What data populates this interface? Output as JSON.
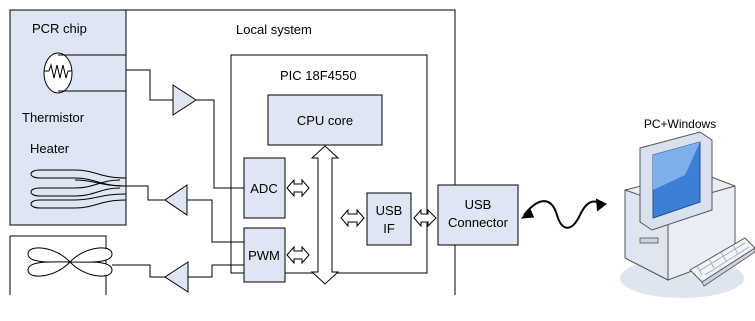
{
  "pcr_chip": {
    "title": "PCR chip",
    "thermistor_label": "Thermistor",
    "heater_label": "Heater"
  },
  "local_system": {
    "title": "Local system"
  },
  "pic": {
    "title": "PIC 18F4550",
    "cpu_core": "CPU core",
    "adc": "ADC",
    "pwm": "PWM",
    "usb_if_line1": "USB",
    "usb_if_line2": "IF"
  },
  "usb_connector": {
    "line1": "USB",
    "line2": "Connector"
  },
  "pc": {
    "label": "PC+Windows"
  },
  "colors": {
    "panel_fill": "#dde6f2",
    "stroke": "#000000",
    "pc_body": "#e9eef6",
    "pc_screen": "#3d7fd6"
  },
  "icons": [
    "thermistor-icon",
    "heater-icon",
    "fan-icon",
    "amplifier-icon",
    "bidirectional-arrow-icon",
    "bus-arrow-icon",
    "computer-icon",
    "keyboard-icon"
  ]
}
